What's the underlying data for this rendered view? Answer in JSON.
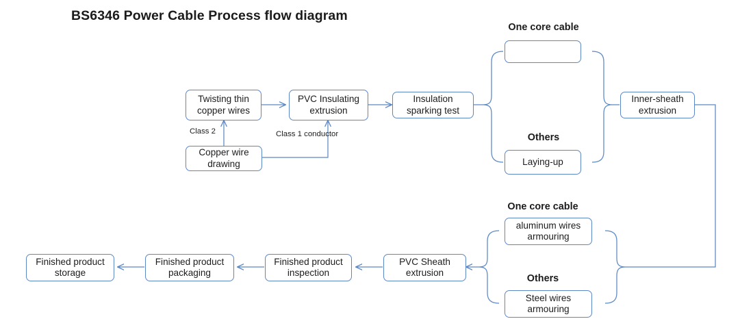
{
  "title": "BS6346 Power Cable Process flow diagram",
  "theme": {
    "box_border": "#5b87c5",
    "box_fill": "#ffffff",
    "connector": "#5b87c5",
    "thick_arrow": "#2e5fa3",
    "text": "#1c1c1c",
    "background": "#ffffff"
  },
  "nodes": {
    "twisting": {
      "line1": "Twisting thin",
      "line2": "copper wires"
    },
    "pvc_insulating": {
      "line1": "PVC Insulating",
      "line2": "extrusion"
    },
    "sparking_test": {
      "line1": "Insulation",
      "line2": "sparking test"
    },
    "copper_drawing": {
      "line1": "Copper wire",
      "line2": "drawing"
    },
    "one_core_pass": {
      "line1": "",
      "line2": ""
    },
    "laying_up": {
      "line1": "Laying-up",
      "line2": ""
    },
    "inner_sheath": {
      "line1": "Inner-sheath",
      "line2": "extrusion"
    },
    "aluminum_armouring": {
      "line1": "aluminum wires",
      "line2": "armouring"
    },
    "steel_armouring": {
      "line1": "Steel wires",
      "line2": "armouring"
    },
    "pvc_sheath": {
      "line1": "PVC Sheath",
      "line2": "extrusion"
    },
    "inspection": {
      "line1": "Finished product",
      "line2": "inspection"
    },
    "packaging": {
      "line1": "Finished product",
      "line2": "packaging"
    },
    "storage": {
      "line1": "Finished product",
      "line2": "storage"
    }
  },
  "group_labels": {
    "one_core_cable_top": "One core cable",
    "others_top": "Others",
    "one_core_cable_bottom": "One core cable",
    "others_bottom": "Others"
  },
  "edge_labels": {
    "class2": "Class 2",
    "class1_line1": "Class 1",
    "class1_line2": "conductor"
  }
}
